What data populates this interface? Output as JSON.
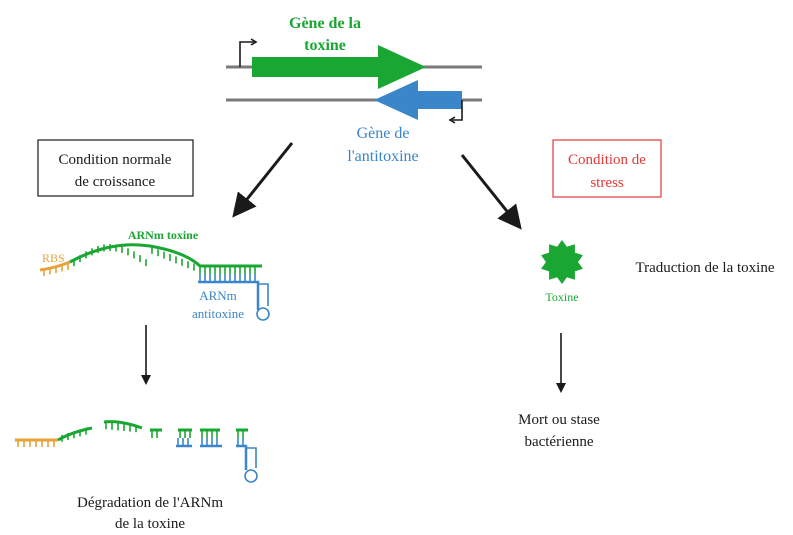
{
  "colors": {
    "toxin_green": "#1aa632",
    "antitoxin_blue": "#3a86c8",
    "rbs_orange": "#e8a23a",
    "stress_red": "#e03a3a",
    "line_gray": "#7a7a7a",
    "arrow_black": "#1a1a1a"
  },
  "genes": {
    "toxin_label_1": "Gène de la",
    "toxin_label_2": "toxine",
    "antitoxin_label_1": "Gène de",
    "antitoxin_label_2": "l'antitoxine"
  },
  "conditions": {
    "normal_1": "Condition normale",
    "normal_2": "de croissance",
    "stress_1": "Condition de",
    "stress_2": "stress"
  },
  "left_branch": {
    "rbs": "RBS",
    "mrna_toxin": "ARNm toxine",
    "mrna_antitoxin_1": "ARNm",
    "mrna_antitoxin_2": "antitoxine",
    "degradation_1": "Dégradation de l'ARNm",
    "degradation_2": "de la toxine"
  },
  "right_branch": {
    "toxin": "Toxine",
    "translation": "Traduction de la toxine",
    "outcome_1": "Mort ou stase",
    "outcome_2": "bactérienne"
  }
}
